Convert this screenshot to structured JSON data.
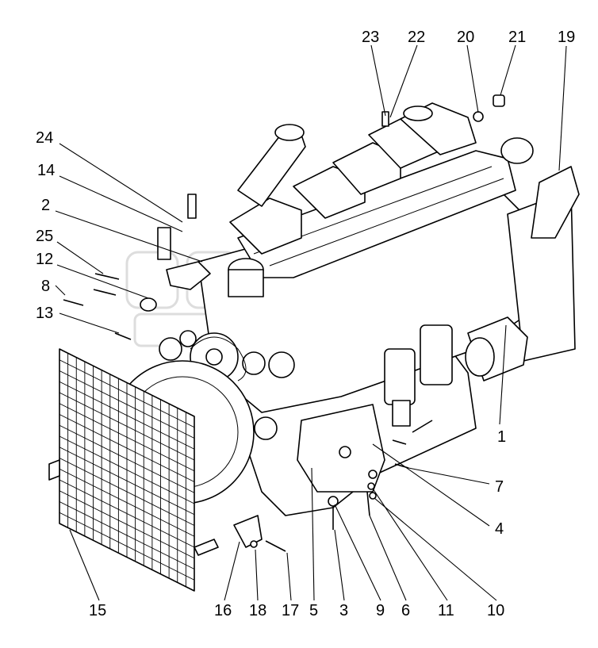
{
  "callouts": [
    {
      "id": "23",
      "label": "23"
    },
    {
      "id": "22",
      "label": "22"
    },
    {
      "id": "20",
      "label": "20"
    },
    {
      "id": "21",
      "label": "21"
    },
    {
      "id": "19",
      "label": "19"
    },
    {
      "id": "24",
      "label": "24"
    },
    {
      "id": "14",
      "label": "14"
    },
    {
      "id": "2",
      "label": "2"
    },
    {
      "id": "25",
      "label": "25"
    },
    {
      "id": "12",
      "label": "12"
    },
    {
      "id": "8",
      "label": "8"
    },
    {
      "id": "13",
      "label": "13"
    },
    {
      "id": "1",
      "label": "1"
    },
    {
      "id": "7",
      "label": "7"
    },
    {
      "id": "4",
      "label": "4"
    },
    {
      "id": "15",
      "label": "15"
    },
    {
      "id": "16",
      "label": "16"
    },
    {
      "id": "18",
      "label": "18"
    },
    {
      "id": "17",
      "label": "17"
    },
    {
      "id": "5",
      "label": "5"
    },
    {
      "id": "3",
      "label": "3"
    },
    {
      "id": "9",
      "label": "9"
    },
    {
      "id": "6",
      "label": "6"
    },
    {
      "id": "11",
      "label": "11"
    },
    {
      "id": "10",
      "label": "10"
    }
  ],
  "colors": {
    "line": "#000000",
    "background": "#ffffff",
    "watermark": "#cfcfcf"
  }
}
